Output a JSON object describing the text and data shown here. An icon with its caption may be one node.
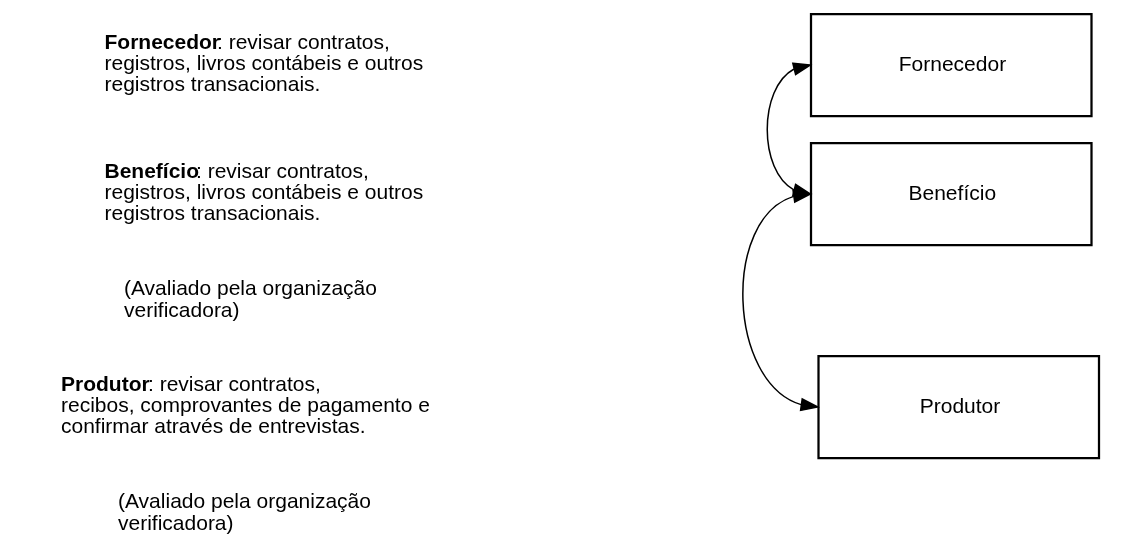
{
  "diagram": {
    "nodes": [
      {
        "text": [
          "Fornecedor"
        ]
      },
      {
        "text": [
          "Benefício"
        ]
      },
      {
        "text": [
          "Produtor"
        ]
      }
    ],
    "edges": [
      {
        "from": 0,
        "to": 1,
        "arrow": "both"
      },
      {
        "from": 1,
        "to": 2,
        "arrow": "both"
      }
    ],
    "labels": [
      "**Fornecedor**: revisar contratos, registros, livros contábeis e outros registros transacionais.",
      "**Benefício**: revisar contratos, registros, livros contábeis e outros registros transacionais.",
      "(Avaliado pela organização verificadora)",
      "**Produtor**: revisar contratos, recibos, comprovantes de pagamento e confirmar através de entrevistas.",
      "(Avaliado pela organização verificadora)"
    ]
  }
}
